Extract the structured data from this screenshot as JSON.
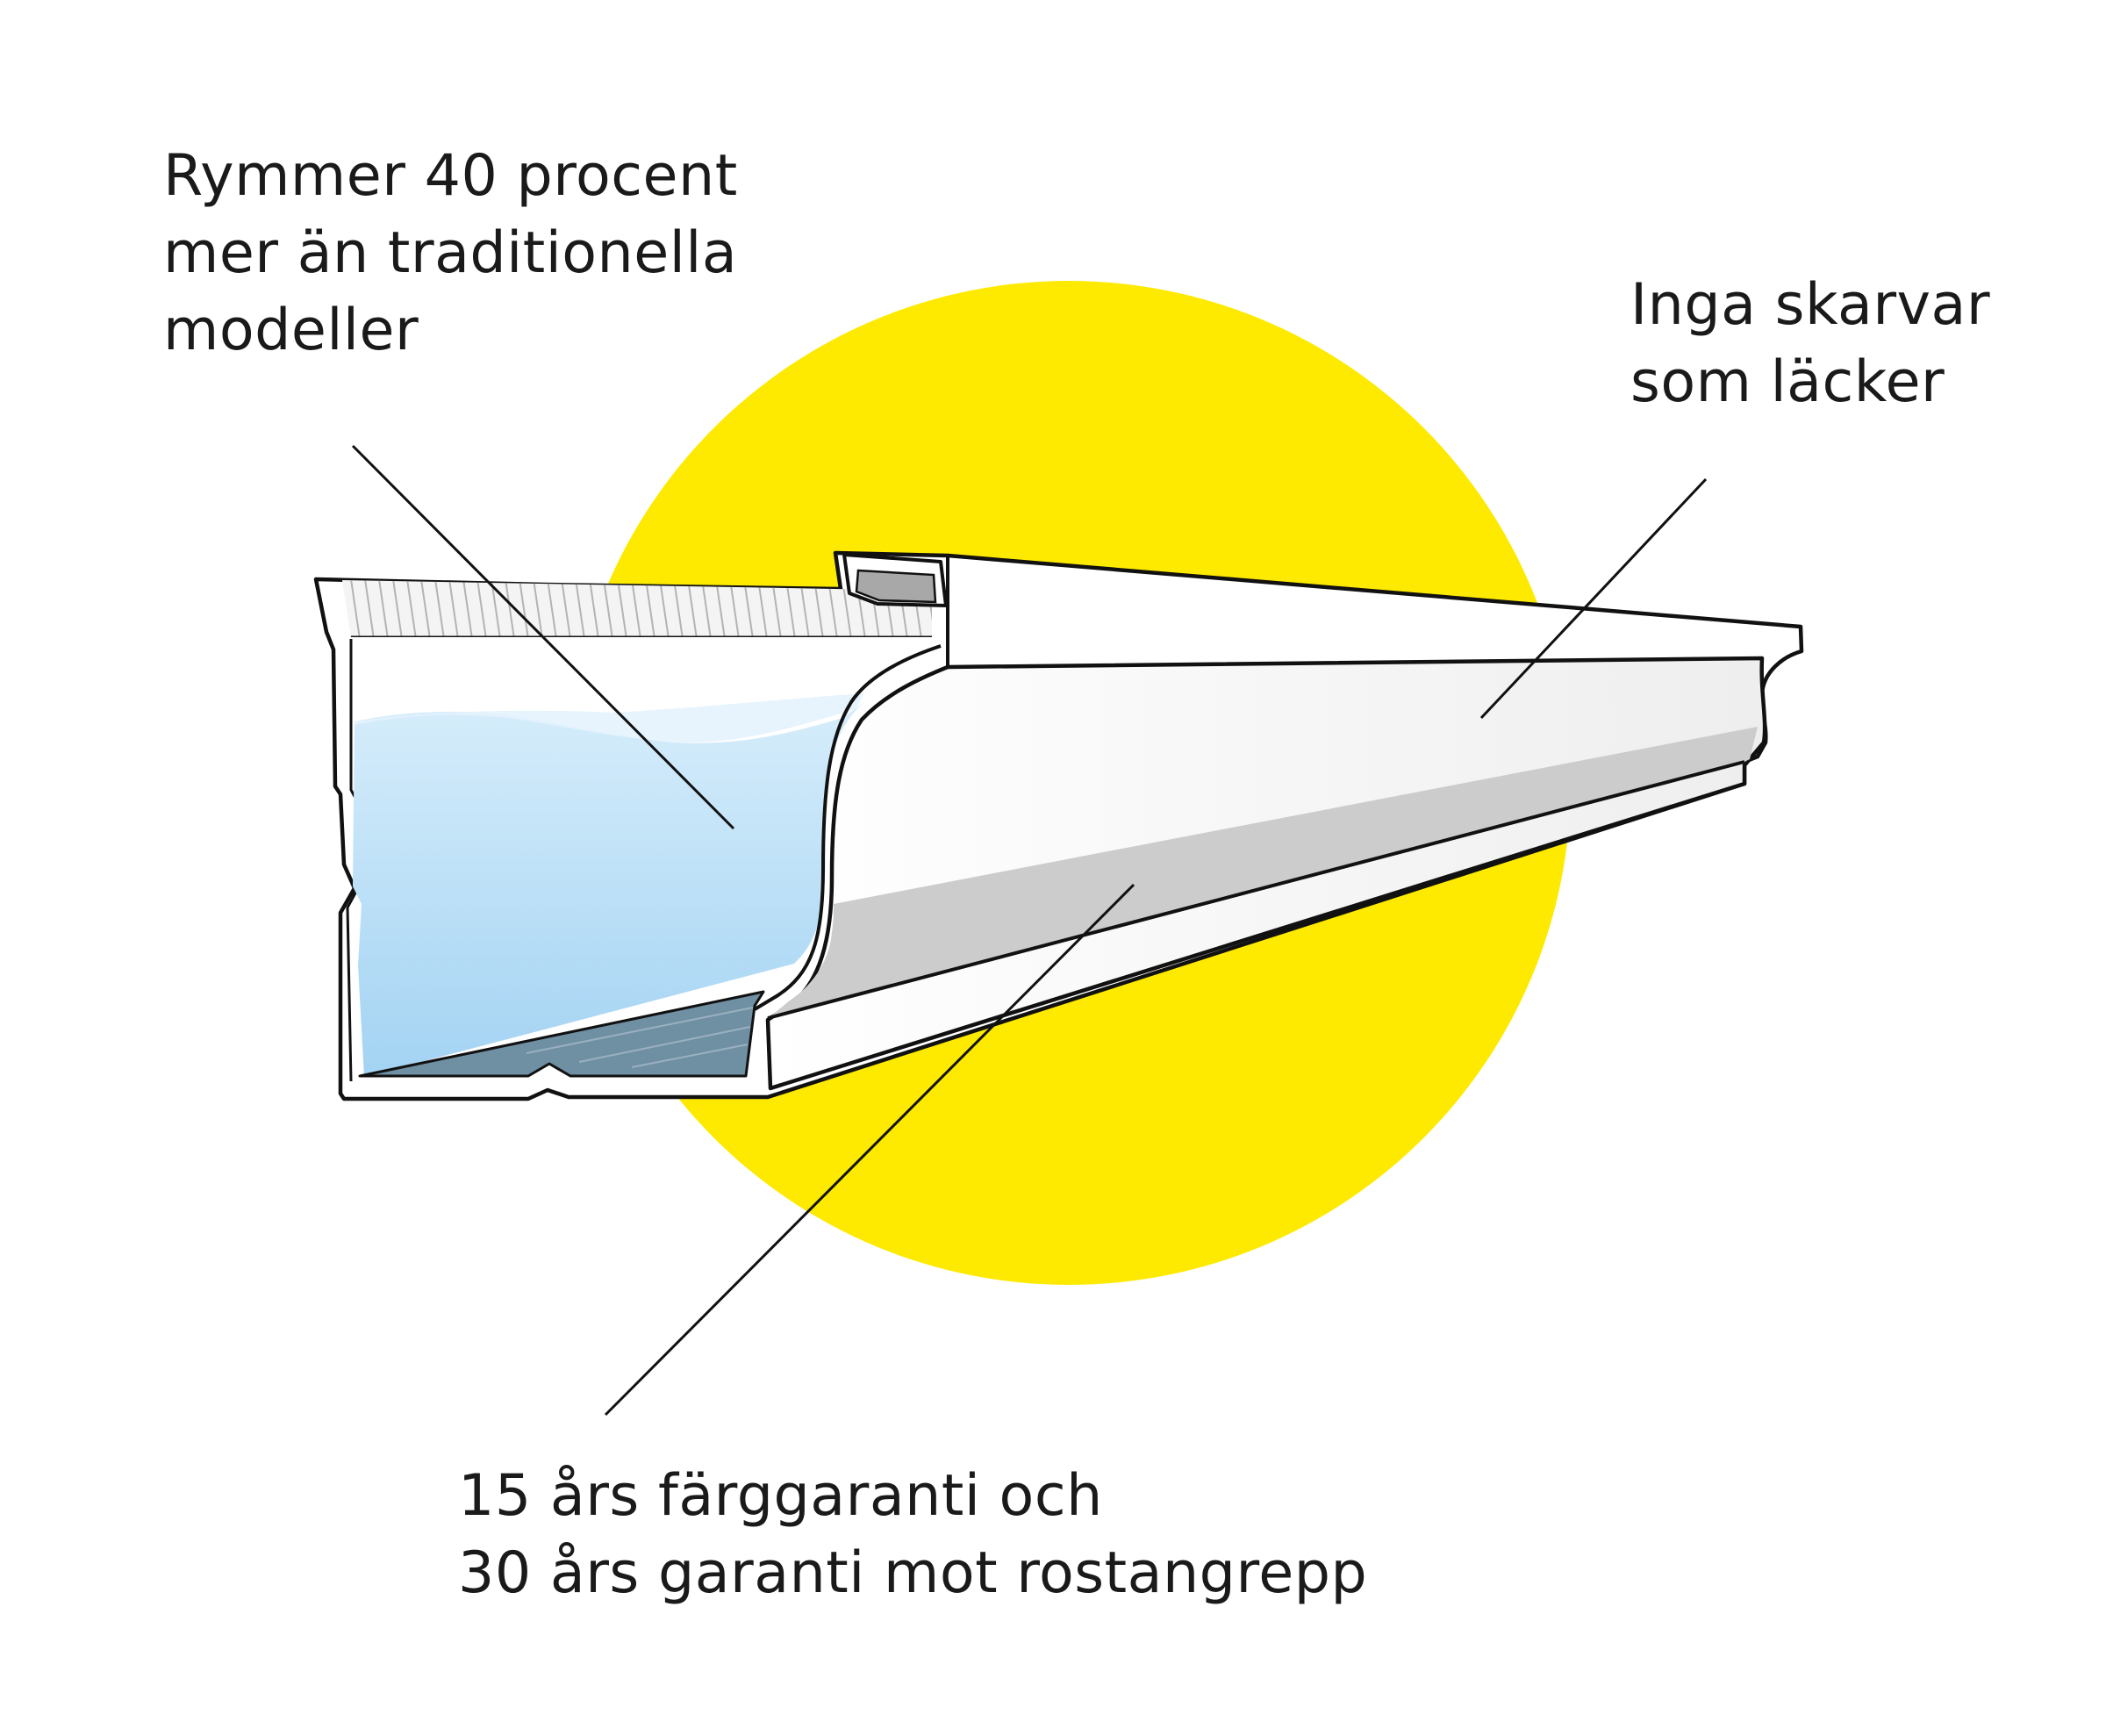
{
  "diagram": {
    "subject": "gutter-cross-section",
    "colors": {
      "highlight_circle": "#fdea00",
      "gutter_body": "#ffffff",
      "gutter_shadow": "#cccccc",
      "water": "#a9d7f5",
      "water_light": "#d8eefb",
      "gutter_floor": "#6f8fa3",
      "hatch": "#bdbdbd",
      "outline": "#111111",
      "text": "#1a1a1a"
    },
    "callouts": [
      {
        "id": "capacity",
        "lines": [
          "Rymmer 40 procent",
          "mer än traditionella",
          "modeller"
        ]
      },
      {
        "id": "seams",
        "lines": [
          "Inga skarvar",
          "som läcker"
        ]
      },
      {
        "id": "warranty",
        "lines": [
          "15 års färggaranti och",
          "30 års garanti mot rostangrepp"
        ]
      }
    ]
  }
}
